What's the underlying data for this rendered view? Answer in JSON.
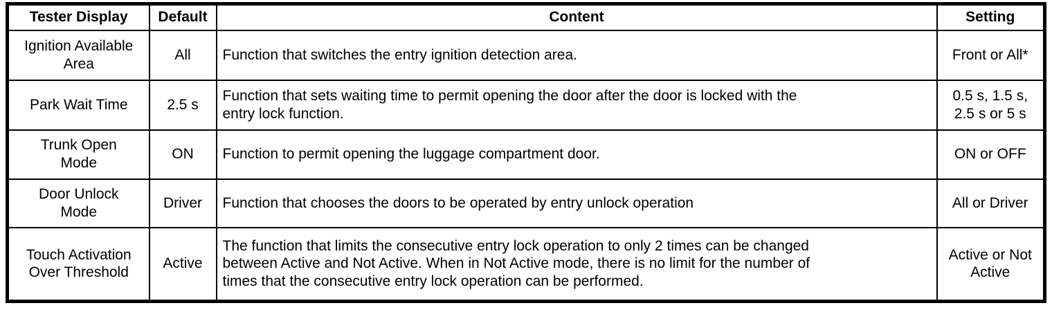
{
  "colors": {
    "border": "#000000",
    "background": "#ffffff",
    "text": "#000000"
  },
  "table": {
    "columns": [
      {
        "label": "Tester Display"
      },
      {
        "label": "Default"
      },
      {
        "label": "Content"
      },
      {
        "label": "Setting"
      }
    ],
    "rows": [
      {
        "tester_display": "Ignition Available\nArea",
        "default": "All",
        "content": "Function that switches the entry ignition detection area.",
        "setting": "Front or All*"
      },
      {
        "tester_display": "Park Wait Time",
        "default": "2.5 s",
        "content": "Function that sets waiting time to permit opening the door after the door is locked with the\nentry lock function.",
        "setting": "0.5 s, 1.5 s,\n2.5 s or 5 s"
      },
      {
        "tester_display": "Trunk Open\nMode",
        "default": "ON",
        "content": "Function to permit opening the luggage compartment door.",
        "setting": "ON or OFF"
      },
      {
        "tester_display": "Door Unlock\nMode",
        "default": "Driver",
        "content": "Function that chooses the doors to be operated by entry unlock operation",
        "setting": "All or Driver"
      },
      {
        "tester_display": "Touch Activation\nOver Threshold",
        "default": "Active",
        "content": "The function that limits the consecutive entry lock operation to only 2 times can be changed\nbetween Active and Not Active. When in Not Active mode, there is no limit for the number of\ntimes that the consecutive entry lock operation can be performed.",
        "setting": "Active or Not\nActive"
      }
    ]
  }
}
